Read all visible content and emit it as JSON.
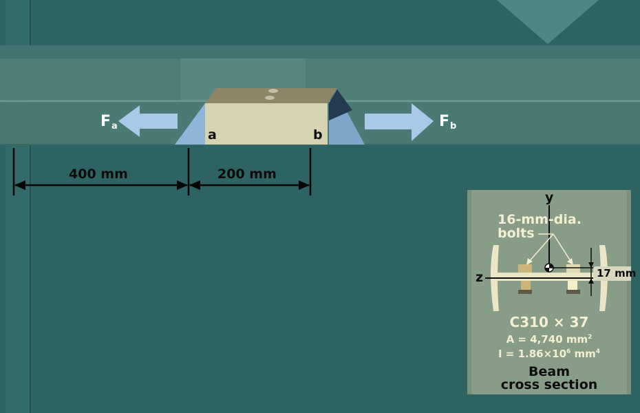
{
  "colors": {
    "background": "#2e6363",
    "beam": "#4f7e78",
    "block": "#d5d3b2",
    "wedge": "#8fb6d8",
    "arrow": "#a9c9e9",
    "panel": "#889d87",
    "bolt": "#c9b678"
  },
  "forces": {
    "left": {
      "symbol": "F",
      "subscript": "a"
    },
    "right": {
      "symbol": "F",
      "subscript": "b"
    }
  },
  "points": {
    "a": "a",
    "b": "b"
  },
  "dimensions": {
    "first": "400 mm",
    "second": "200 mm"
  },
  "cross_section": {
    "axis_y": "y",
    "axis_z": "z",
    "bolt_label_line1": "16-mm-dia.",
    "bolt_label_line2": "bolts",
    "offset_label": "17 mm",
    "designation": "C310 × 37",
    "area_prefix": "A = 4,740 mm",
    "area_exp": "2",
    "inertia_prefix": "I = 1.86×10",
    "inertia_exp": "6",
    "inertia_unit": " mm",
    "inertia_unit_exp": "4",
    "caption_line1": "Beam",
    "caption_line2": "cross section"
  }
}
